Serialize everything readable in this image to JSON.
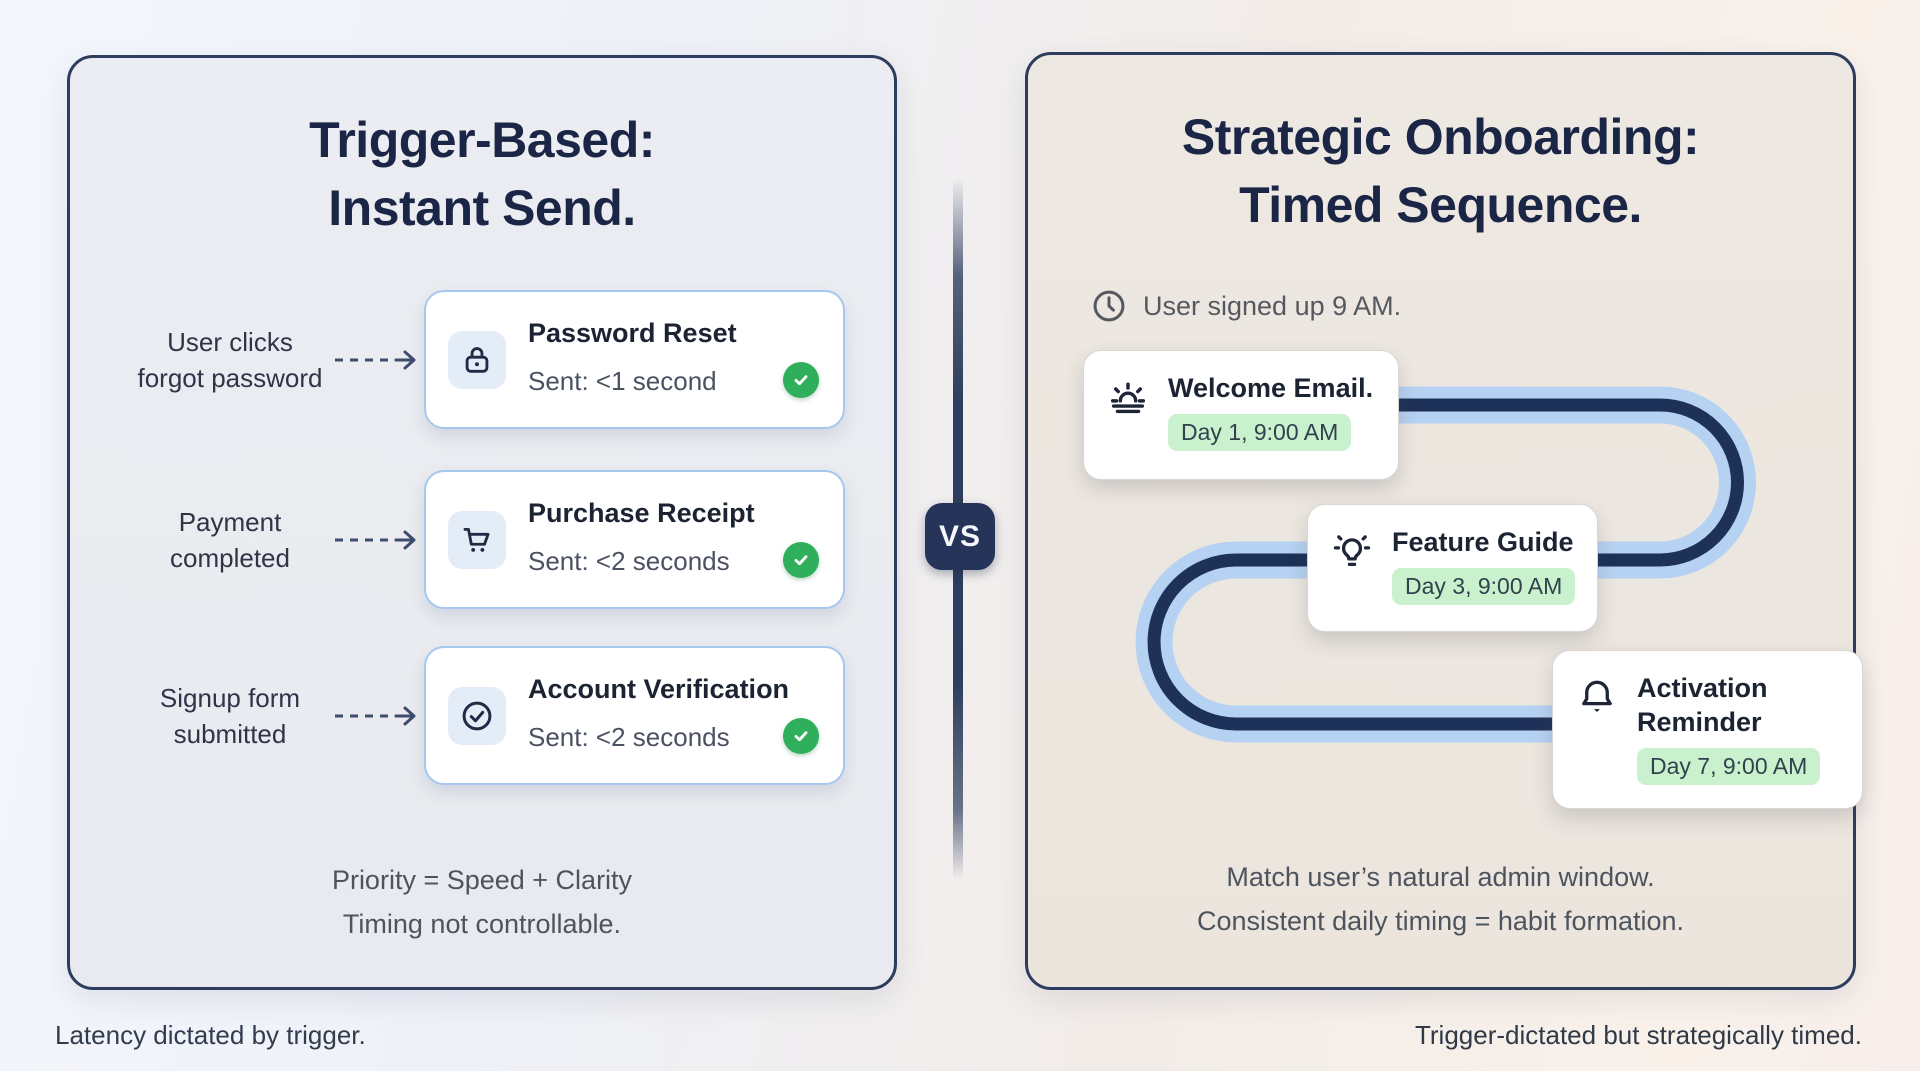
{
  "page": {
    "vs_label": "VS",
    "footer_left": "Latency dictated by trigger.",
    "footer_right": "Trigger-dictated but strategically timed."
  },
  "colors": {
    "navy": "#26345a",
    "panel_border": "#2e3c5f",
    "left_panel_bg": "#e9eaef",
    "right_panel_bg": "#ece6df",
    "card_border_blue": "#a6c8ef",
    "path_core": "#1e3158",
    "path_casing": "#b6d2f2",
    "check_green": "#2fae5b",
    "badge_green_bg": "#c9f1cd"
  },
  "left_panel": {
    "title_line1": "Trigger-Based:",
    "title_line2": "Instant Send.",
    "triggers": [
      {
        "icon": "lock-icon",
        "label_line1": "User clicks",
        "label_line2": "forgot password",
        "title": "Password Reset",
        "subtitle": "Sent: <1 second"
      },
      {
        "icon": "cart-icon",
        "label_line1": "Payment",
        "label_line2": "completed",
        "title": "Purchase Receipt",
        "subtitle": "Sent: <2 seconds"
      },
      {
        "icon": "check-circle-icon",
        "label_line1": "Signup form",
        "label_line2": "submitted",
        "title": "Account Verification",
        "subtitle": "Sent: <2 seconds"
      }
    ],
    "note_line1": "Priority = Speed + Clarity",
    "note_line2": "Timing not controllable."
  },
  "right_panel": {
    "title_line1": "Strategic Onboarding:",
    "title_line2": "Timed Sequence.",
    "signup_note": "User signed up 9 AM.",
    "steps": [
      {
        "icon": "sunrise-icon",
        "title": "Welcome Email.",
        "badge": "Day 1, 9:00 AM"
      },
      {
        "icon": "lightbulb-icon",
        "title": "Feature Guide",
        "badge": "Day 3, 9:00 AM"
      },
      {
        "icon": "bell-icon",
        "title": "Activation Reminder",
        "badge": "Day 7, 9:00 AM"
      }
    ],
    "note_line1": "Match user’s natural admin window.",
    "note_line2": "Consistent daily timing = habit formation."
  }
}
